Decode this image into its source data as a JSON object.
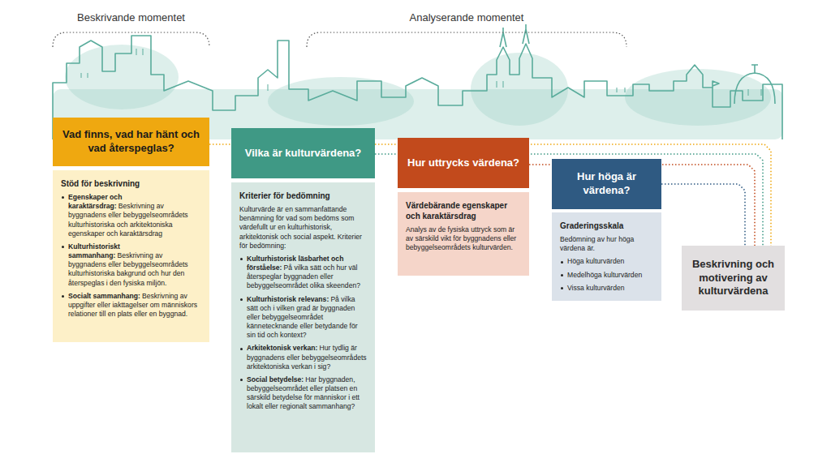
{
  "diagram": {
    "nodes": [
      {
        "text": [
          "Vad finns, vad har hänt och vad återspeglas?"
        ]
      },
      {
        "text": [
          "Stöd för beskrivning",
          "Egenskaper och karaktärsdrag:",
          "Beskrivning av byggnadens eller bebyggelseområdets kulturhistoriska och arkitektoniska egenskaper och karaktärsdrag",
          "Kulturhistoriskt sammanhang:",
          "Beskrivning av byggnadens eller bebyggelseområdets kulturhistoriska bakgrund och hur den återspeglas i den fysiska miljön.",
          "Socialt sammanhang:",
          "Beskrivning av uppgifter eller iakttagelser om människors relationer till en plats eller en byggnad."
        ]
      },
      {
        "text": [
          "Vilka är kulturvärdena?"
        ]
      },
      {
        "text": [
          "Kriterier för bedömning",
          "Kulturvärde är en sammanfattande benämning för vad som bedöms som värdefullt ur en kulturhistorisk, arkitektonisk och social aspekt. Kriterier för bedömning:",
          "Kulturhistorisk läsbarhet och förståelse:",
          "På vilka sätt och hur väl återspeglar byggnaden eller bebyggelseområdet olika skeenden?",
          "Kulturhistorisk relevans:",
          "På vilka sätt och i vilken grad är byggnaden eller bebyggelseområdet kännetecknande eller betydande för sin tid och kontext?",
          "Arkitektonisk verkan:",
          "Hur tydlig är byggnadens eller bebyggelseområdets arkitektoniska verkan i sig?",
          "Social betydelse:",
          "Har byggnaden, bebyggelseområdet eller platsen en särskild betydelse för människor i ett lokalt eller regionalt sammanhang?"
        ]
      },
      {
        "text": [
          "Hur uttrycks värdena?"
        ]
      },
      {
        "text": [
          "Värdebärande egenskaper och karaktärsdrag",
          "Analys av de fysiska uttryck som är av särskild vikt för byggnadens eller bebyggelseområdets kulturvärden."
        ]
      },
      {
        "text": [
          "Hur höga är värdena?"
        ]
      },
      {
        "text": [
          "Graderingsskala",
          "Bedömning av hur höga värdena är.",
          "Höga kulturvärden",
          "Medelhöga kulturvärden",
          "Vissa kulturvärden"
        ]
      },
      {
        "text": [
          "Beskrivning och motivering av kulturvärdena"
        ]
      }
    ],
    "edges": [
      {
        "from": 0,
        "to": 8,
        "arrow": "none"
      },
      {
        "from": 2,
        "to": 8,
        "arrow": "none"
      },
      {
        "from": 4,
        "to": 8,
        "arrow": "none"
      },
      {
        "from": 6,
        "to": 8,
        "arrow": "none"
      }
    ],
    "labels": [
      "Beskrivande momentet",
      "Analyserande momentet"
    ]
  }
}
